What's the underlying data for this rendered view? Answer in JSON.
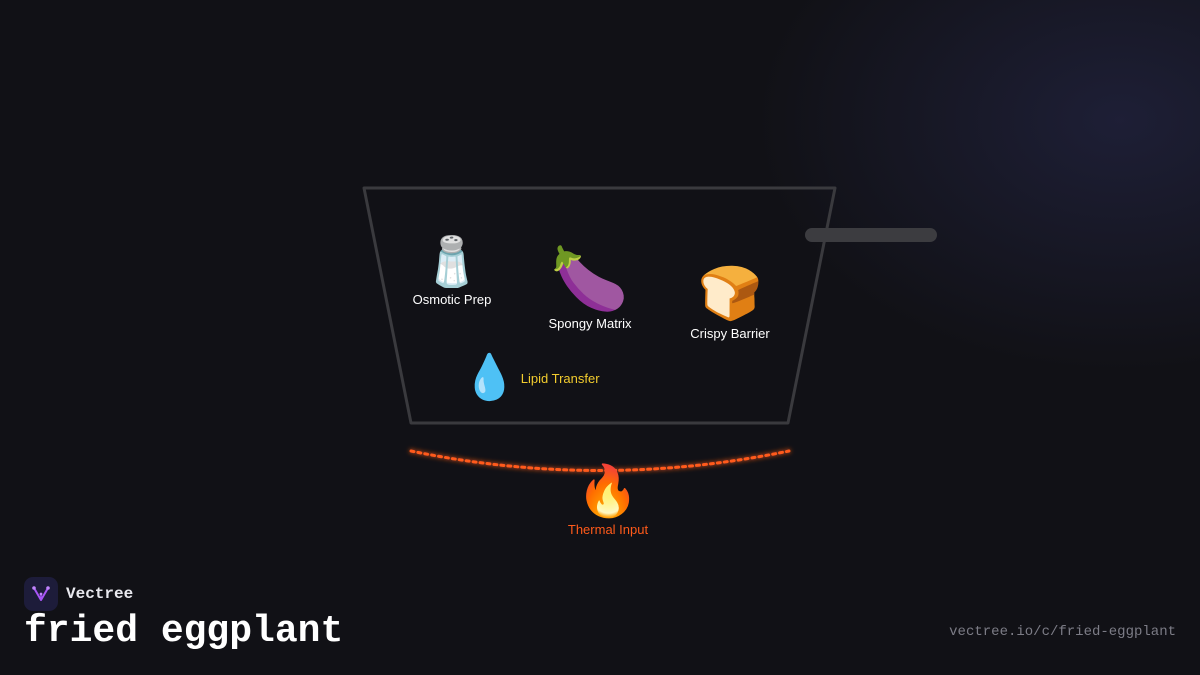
{
  "diagram": {
    "nodes": {
      "osmotic_prep": {
        "icon": "salt-shaker-icon",
        "glyph": "🧂",
        "label": "Osmotic Prep"
      },
      "spongy_matrix": {
        "icon": "eggplant-icon",
        "glyph": "🍆",
        "label": "Spongy Matrix"
      },
      "crispy_barrier": {
        "icon": "bread-icon",
        "glyph": "🍞",
        "label": "Crispy Barrier"
      },
      "lipid_transfer": {
        "icon": "droplet-icon",
        "glyph": "💧",
        "label": "Lipid Transfer"
      },
      "thermal_input": {
        "icon": "fire-icon",
        "glyph": "🔥",
        "label": "Thermal Input"
      }
    },
    "colors": {
      "pan_outline": "#3a3a3e",
      "handle": "#3c3c40",
      "heat_arc": "#ff5a1a",
      "lipid_label": "#f2cc2e",
      "thermal_label": "#ff5a1a",
      "node_label": "#ffffff"
    }
  },
  "brand": {
    "name": "Vectree",
    "logo_icon": "vectree-logo-icon",
    "logo_color": "#a855f7"
  },
  "title": "fried eggplant",
  "url": "vectree.io/c/fried-eggplant"
}
